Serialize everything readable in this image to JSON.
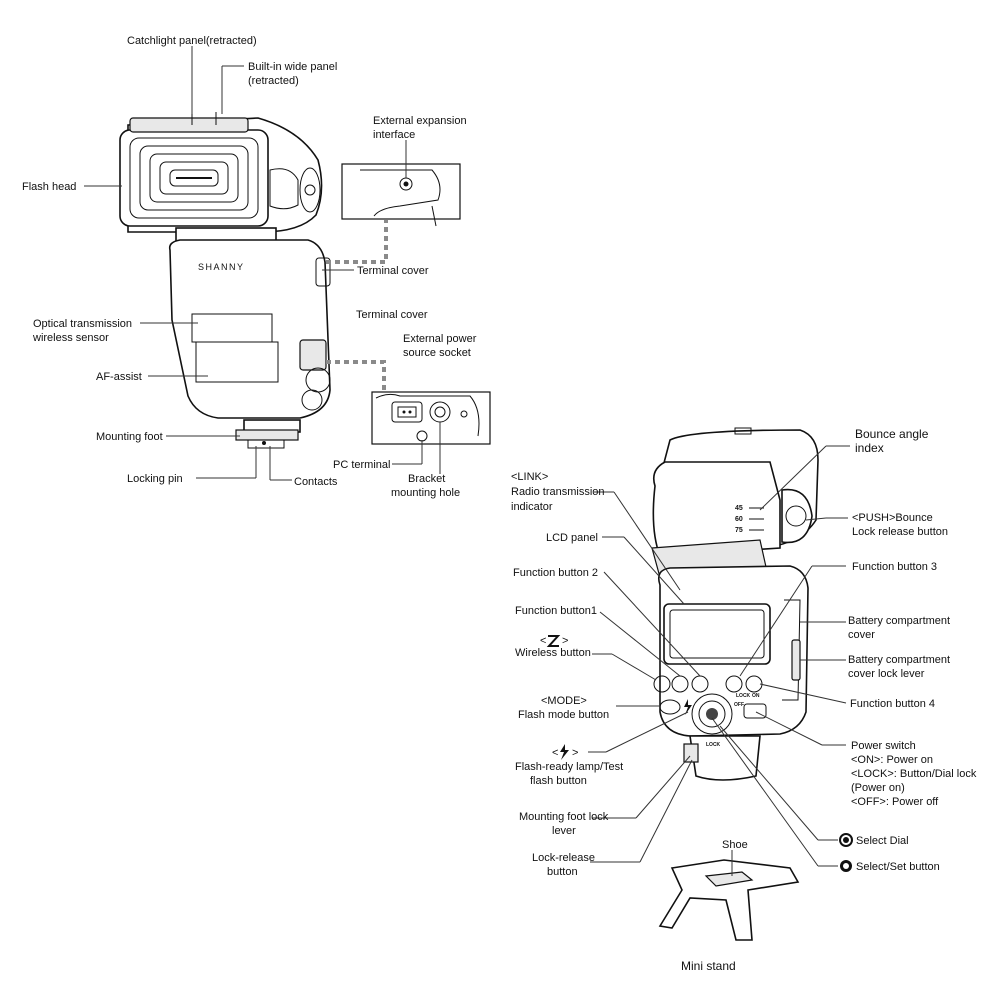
{
  "brand": "SHANNY",
  "top_flash": {
    "labels": {
      "catchlight": "Catchlight panel(retracted)",
      "wide_panel_1": "Built-in wide panel",
      "wide_panel_2": "(retracted)",
      "ext_interface_1": "External expansion",
      "ext_interface_2": "interface",
      "flash_head": "Flash head",
      "terminal_cover_1": "Terminal cover",
      "terminal_cover_2": "Terminal cover",
      "optical_1": "Optical transmission",
      "optical_2": "wireless sensor",
      "ext_power_1": "External power",
      "ext_power_2": "source socket",
      "af_assist": "AF-assist",
      "mounting_foot": "Mounting foot",
      "locking_pin": "Locking pin",
      "contacts": "Contacts",
      "pc_terminal": "PC terminal",
      "bracket_1": "Bracket",
      "bracket_2": "mounting hole"
    }
  },
  "rear_flash": {
    "labels": {
      "bounce_1": "Bounce angle",
      "bounce_2": "index",
      "link_1": "<LINK>",
      "link_2": "Radio transmission",
      "link_3": "indicator",
      "push_1": "<PUSH>Bounce",
      "push_2": "Lock release button",
      "lcd": "LCD panel",
      "fn2": "Function button 2",
      "fn3": "Function button 3",
      "fn1": "Function button1",
      "battery_cover_1": "Battery compartment",
      "battery_cover_2": "cover",
      "wireless_sym": "<",
      "wireless_sym_end": ">",
      "wireless": "Wireless button",
      "battery_lock_1": "Battery compartment",
      "battery_lock_2": "cover lock lever",
      "mode_1": "<MODE>",
      "mode_2": "Flash mode button",
      "fn4": "Function button 4",
      "power_1": "Power switch",
      "power_2": "<ON>: Power on",
      "power_3": "<LOCK>: Button/Dial lock",
      "power_4": "(Power on)",
      "power_5": "<OFF>: Power off",
      "ready_sym_l": "<",
      "ready_sym_r": ">",
      "ready_1": "Flash-ready lamp/Test",
      "ready_2": "flash button",
      "foot_lock_1": "Mounting foot lock",
      "foot_lock_2": "lever",
      "select_dial": "Select Dial",
      "lock_release_1": "Lock-release",
      "lock_release_2": "button",
      "select_set": "Select/Set button",
      "shoe": "Shoe",
      "mini_stand": "Mini stand",
      "angle_45": "45",
      "angle_60": "60",
      "angle_75": "75",
      "lock_mark": "LOCK",
      "on_mark": "ON",
      "off_mark": "OFF",
      "lock_foot": "LOCK"
    }
  },
  "icons": [
    "wireless-z-icon",
    "lightning-icon",
    "select-dial-icon",
    "select-set-icon"
  ]
}
